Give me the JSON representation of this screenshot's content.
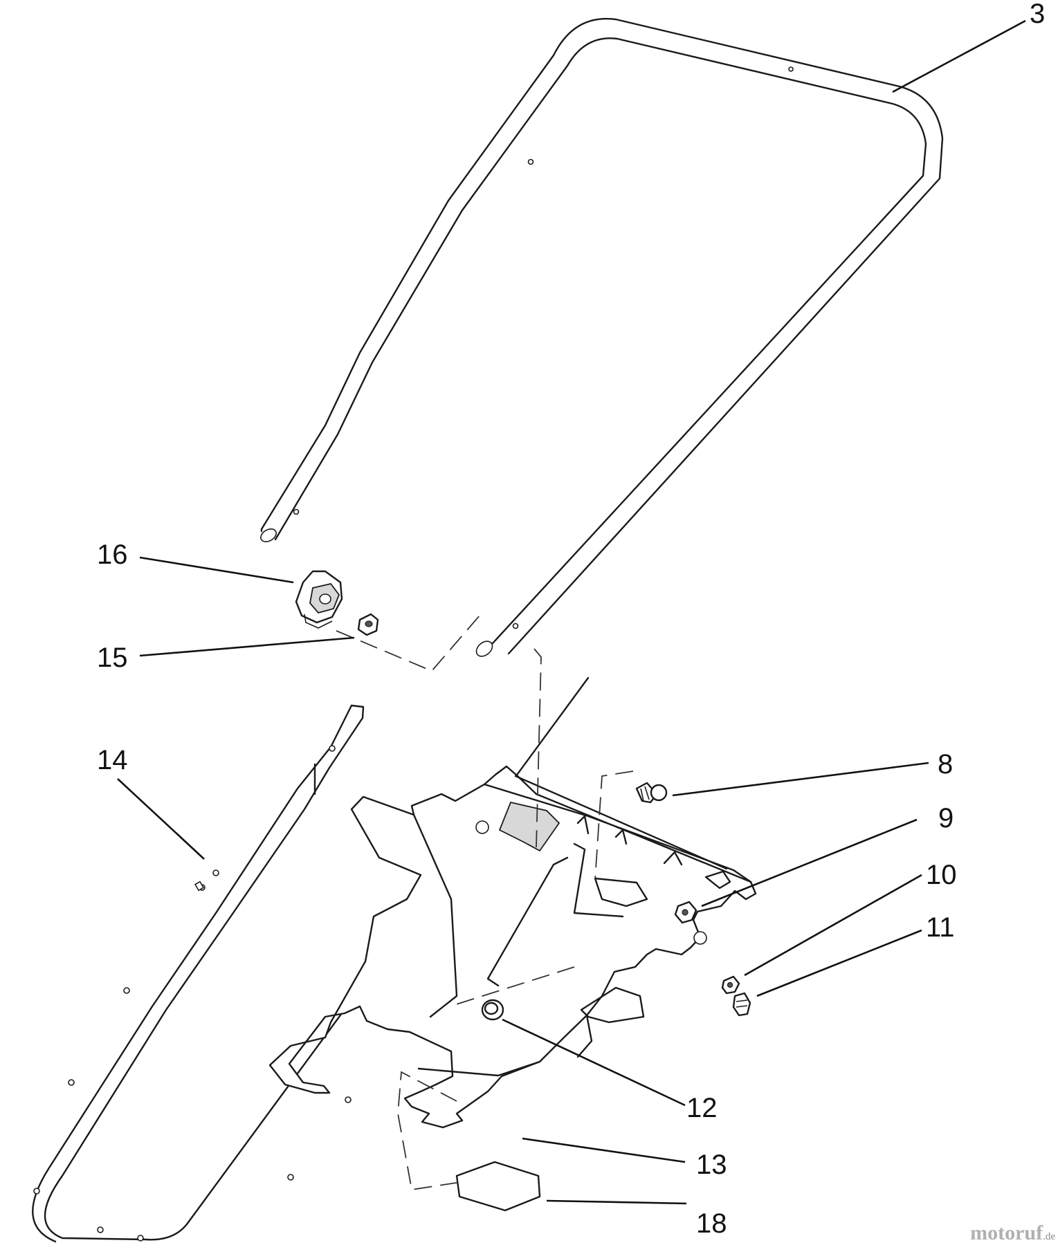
{
  "callouts": {
    "c3": "3",
    "c8": "8",
    "c9": "9",
    "c10": "10",
    "c11": "11",
    "c12": "12",
    "c13": "13",
    "c14": "14",
    "c15": "15",
    "c16": "16",
    "c18": "18"
  },
  "watermark": {
    "brand": "motoruf",
    "suffix": ".de"
  },
  "colors": {
    "line": "#1a1a1a",
    "background": "#ffffff",
    "watermark": "#b0b0b0"
  }
}
